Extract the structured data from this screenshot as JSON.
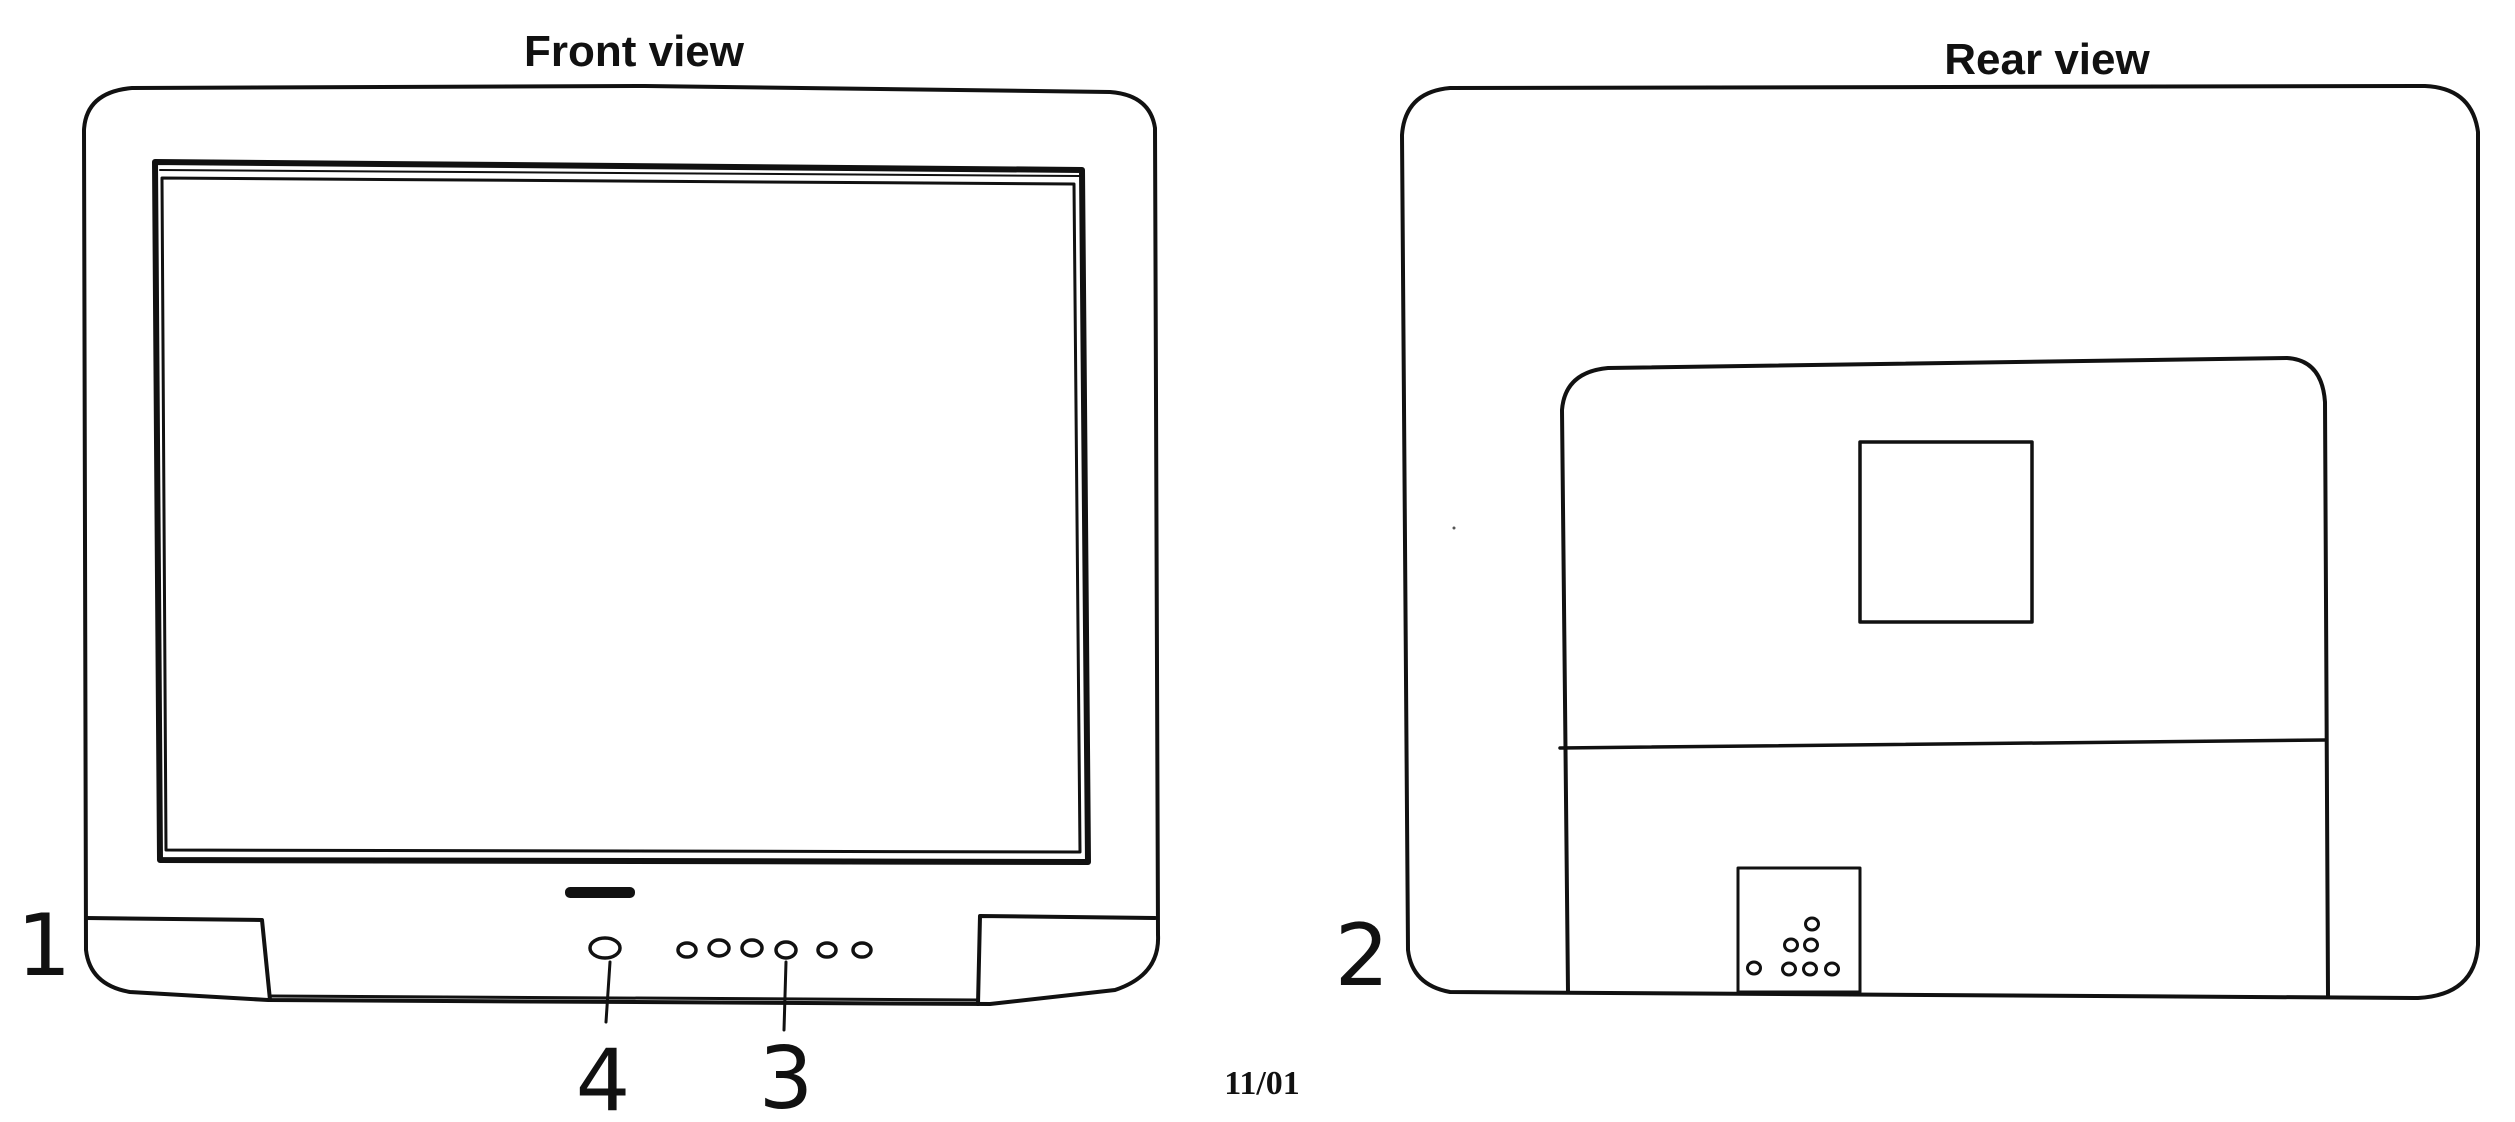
{
  "figure": {
    "front": {
      "title": "Front view",
      "label": "1"
    },
    "rear": {
      "title": "Rear view",
      "label": "2"
    },
    "callouts": {
      "buttons": "3",
      "power": "4"
    },
    "sheet": "11/01"
  },
  "icons": {
    "front_logo": "brand-logo-icon",
    "power_button": "power-button-icon",
    "control_buttons": "control-button-icon",
    "rear_connectors": "connector-socket-icon"
  },
  "colors": {
    "ink": "#111111",
    "paper": "#ffffff"
  }
}
